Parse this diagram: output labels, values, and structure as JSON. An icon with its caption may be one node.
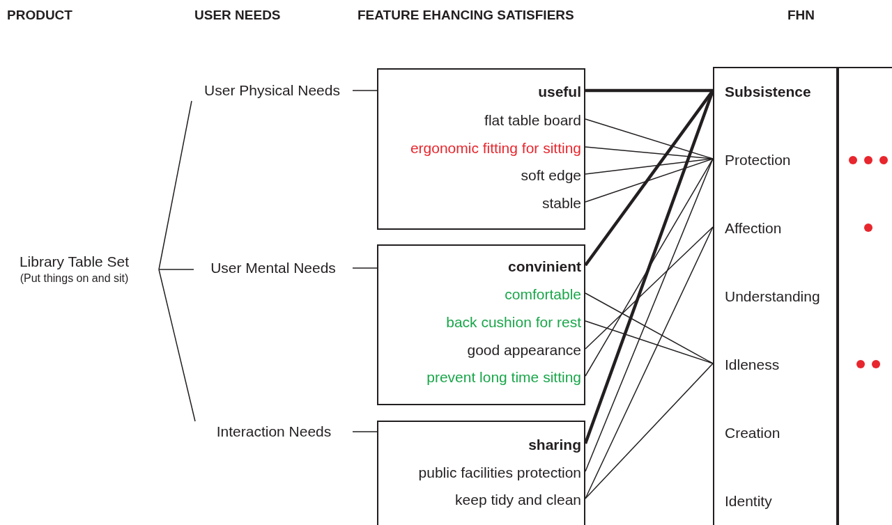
{
  "diagram": {
    "nodes": [
      {
        "text": [
          "Library Table Set",
          "(Put things on and sit)"
        ]
      },
      {
        "text": [
          "User Physical Needs"
        ]
      },
      {
        "text": [
          "User Mental Needs"
        ]
      },
      {
        "text": [
          "Interaction Needs"
        ]
      },
      {
        "text": [],
        "shape": "box"
      },
      {
        "text": [
          "useful"
        ],
        "in": 4
      },
      {
        "text": [
          "flat table board"
        ],
        "in": 4
      },
      {
        "text": [
          "ergonomic fitting for sitting"
        ],
        "in": 4
      },
      {
        "text": [
          "soft edge"
        ],
        "in": 4
      },
      {
        "text": [
          "stable"
        ],
        "in": 4
      },
      {
        "text": [],
        "shape": "box"
      },
      {
        "text": [
          "convinient"
        ],
        "in": 10
      },
      {
        "text": [
          "comfortable"
        ],
        "in": 10
      },
      {
        "text": [
          "back cushion for rest"
        ],
        "in": 10
      },
      {
        "text": [
          "good appearance"
        ],
        "in": 10
      },
      {
        "text": [
          "prevent long time sitting"
        ],
        "in": 10
      },
      {
        "text": [],
        "shape": "box"
      },
      {
        "text": [
          "sharing"
        ],
        "in": 16
      },
      {
        "text": [
          "public facilities protection"
        ],
        "in": 16
      },
      {
        "text": [
          "keep tidy and clean"
        ],
        "in": 16
      },
      {
        "text": [],
        "shape": "box"
      },
      {
        "text": [
          "Subsistence"
        ],
        "in": 20
      },
      {
        "text": [
          "Protection"
        ],
        "in": 20
      },
      {
        "text": [
          "Affection"
        ],
        "in": 20
      },
      {
        "text": [
          "Understanding"
        ],
        "in": 20
      },
      {
        "text": [
          "Idleness"
        ],
        "in": 20
      },
      {
        "text": [
          "Creation"
        ],
        "in": 20
      },
      {
        "text": [
          "Identity"
        ],
        "in": 20
      },
      {
        "text": [],
        "shape": "box"
      }
    ],
    "edges": [
      {
        "from": 0,
        "to": 1,
        "arrow": "none"
      },
      {
        "from": 0,
        "to": 2,
        "arrow": "none"
      },
      {
        "from": 0,
        "to": 3,
        "arrow": "none"
      },
      {
        "from": 1,
        "to": 4,
        "arrow": "none"
      },
      {
        "from": 2,
        "to": 10,
        "arrow": "none"
      },
      {
        "from": 3,
        "to": 16,
        "arrow": "none"
      },
      {
        "from": 5,
        "to": 21,
        "arrow": "none",
        "style": "thick"
      },
      {
        "from": 6,
        "to": 22,
        "arrow": "none"
      },
      {
        "from": 7,
        "to": 22,
        "arrow": "none"
      },
      {
        "from": 8,
        "to": 22,
        "arrow": "none"
      },
      {
        "from": 9,
        "to": 22,
        "arrow": "none"
      },
      {
        "from": 11,
        "to": 21,
        "arrow": "none",
        "style": "thick"
      },
      {
        "from": 12,
        "to": 25,
        "arrow": "none"
      },
      {
        "from": 13,
        "to": 25,
        "arrow": "none"
      },
      {
        "from": 14,
        "to": 23,
        "arrow": "none"
      },
      {
        "from": 15,
        "to": 22,
        "arrow": "none"
      },
      {
        "from": 17,
        "to": 21,
        "arrow": "none",
        "style": "thick"
      },
      {
        "from": 18,
        "to": 22,
        "arrow": "none"
      },
      {
        "from": 19,
        "to": 23,
        "arrow": "none"
      },
      {
        "from": 19,
        "to": 25,
        "arrow": "none"
      }
    ],
    "labels": [
      "PRODUCT",
      "USER NEEDS",
      "FEATURE EHANCING SATISFIERS",
      "FHN"
    ]
  }
}
